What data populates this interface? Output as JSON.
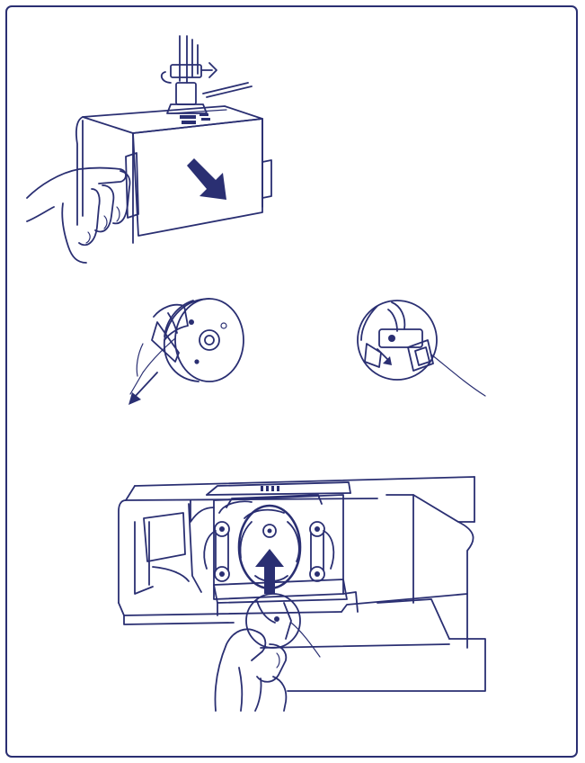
{
  "colors": {
    "ink": "#2a2f72",
    "arrow": "#2d3a8c",
    "background": "#ffffff"
  },
  "steps": [
    {
      "illustration": "open-front-cover",
      "icons": [
        "hand-icon",
        "arrow-down-right-icon"
      ]
    },
    {
      "illustration": "bobbin-case-thread-pull",
      "icons": [
        "bobbin-case-icon",
        "thread-arrow-icon"
      ]
    },
    {
      "illustration": "bobbin-case-latch-detail",
      "icons": [
        "latch-icon",
        "small-arrow-icon"
      ]
    },
    {
      "illustration": "insert-bobbin-case",
      "icons": [
        "hook-race-icon",
        "arrow-up-icon",
        "hand-icon"
      ]
    }
  ]
}
